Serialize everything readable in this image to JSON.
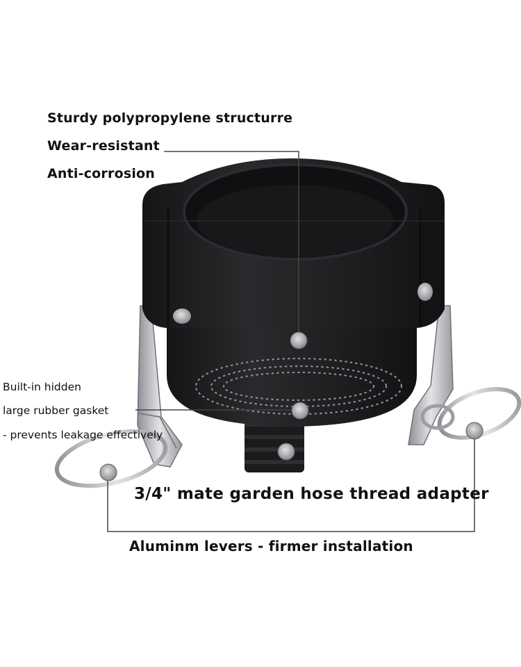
{
  "product_annotations": {
    "structure_lines": [
      "Sturdy polypropylene structurre",
      "Wear-resistant",
      "Anti-corrosion"
    ],
    "gasket_lines": [
      "Built-in hidden",
      "large rubber gasket",
      "- prevents leakage effectively"
    ],
    "thread_label": "3/4\" mate garden hose  thread adapter",
    "levers_label": "Aluminm levers - firmer installation"
  },
  "colors": {
    "body": "#1f1f21",
    "lever": "#c9c9cc",
    "ring": "#b9bcc0",
    "callout_line": "#444444",
    "callout_dot": "#a9a9ac"
  }
}
